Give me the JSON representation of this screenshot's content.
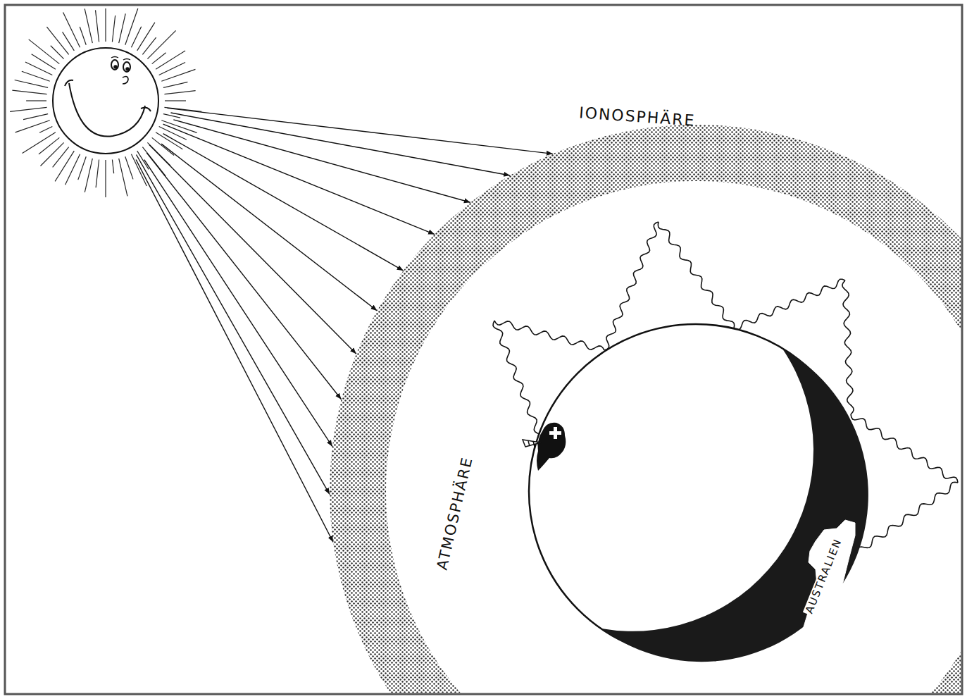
{
  "diagram": {
    "labels": [
      "IONOSPHÄRE",
      "ATMOSPHÄRE",
      "AUSTRALIEN"
    ]
  }
}
